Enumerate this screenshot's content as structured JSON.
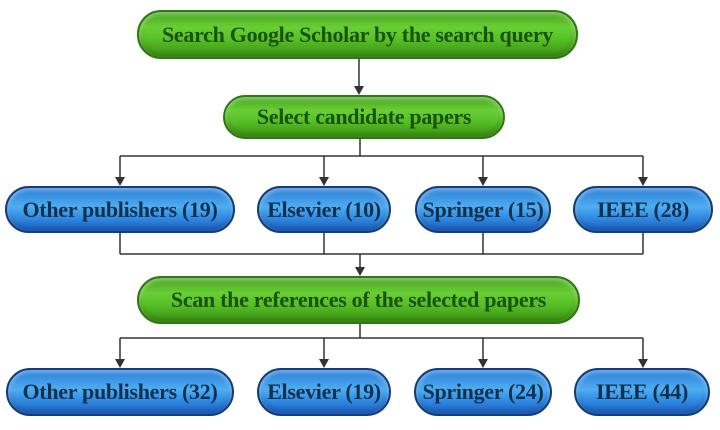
{
  "flowchart": {
    "steps": [
      {
        "id": "search",
        "label": "Search Google Scholar by the search query"
      },
      {
        "id": "select",
        "label": "Select candidate papers"
      },
      {
        "id": "scan",
        "label": "Scan the references of the selected papers"
      }
    ],
    "candidate_papers": [
      {
        "publisher": "Other publishers",
        "count": 19,
        "label": "Other publishers (19)"
      },
      {
        "publisher": "Elsevier",
        "count": 10,
        "label": "Elsevier (10)"
      },
      {
        "publisher": "Springer",
        "count": 15,
        "label": "Springer (15)"
      },
      {
        "publisher": "IEEE",
        "count": 28,
        "label": "IEEE (28)"
      }
    ],
    "reference_papers": [
      {
        "publisher": "Other publishers",
        "count": 32,
        "label": "Other publishers (32)"
      },
      {
        "publisher": "Elsevier",
        "count": 19,
        "label": "Elsevier (19)"
      },
      {
        "publisher": "Springer",
        "count": 24,
        "label": "Springer (24)"
      },
      {
        "publisher": "IEEE",
        "count": 44,
        "label": "IEEE (44)"
      }
    ],
    "colors": {
      "process_top": "#46a51f",
      "process_mid": "#6ace35",
      "process_bottom": "#3b9212",
      "process_border": "#2c7a10",
      "process_text": "#1b520e",
      "publisher_top": "#2b7fd6",
      "publisher_mid": "#4fadf1",
      "publisher_bottom": "#1a5ec2",
      "publisher_border": "#123c7c",
      "publisher_text": "#10314e",
      "connector": "#333333"
    }
  }
}
